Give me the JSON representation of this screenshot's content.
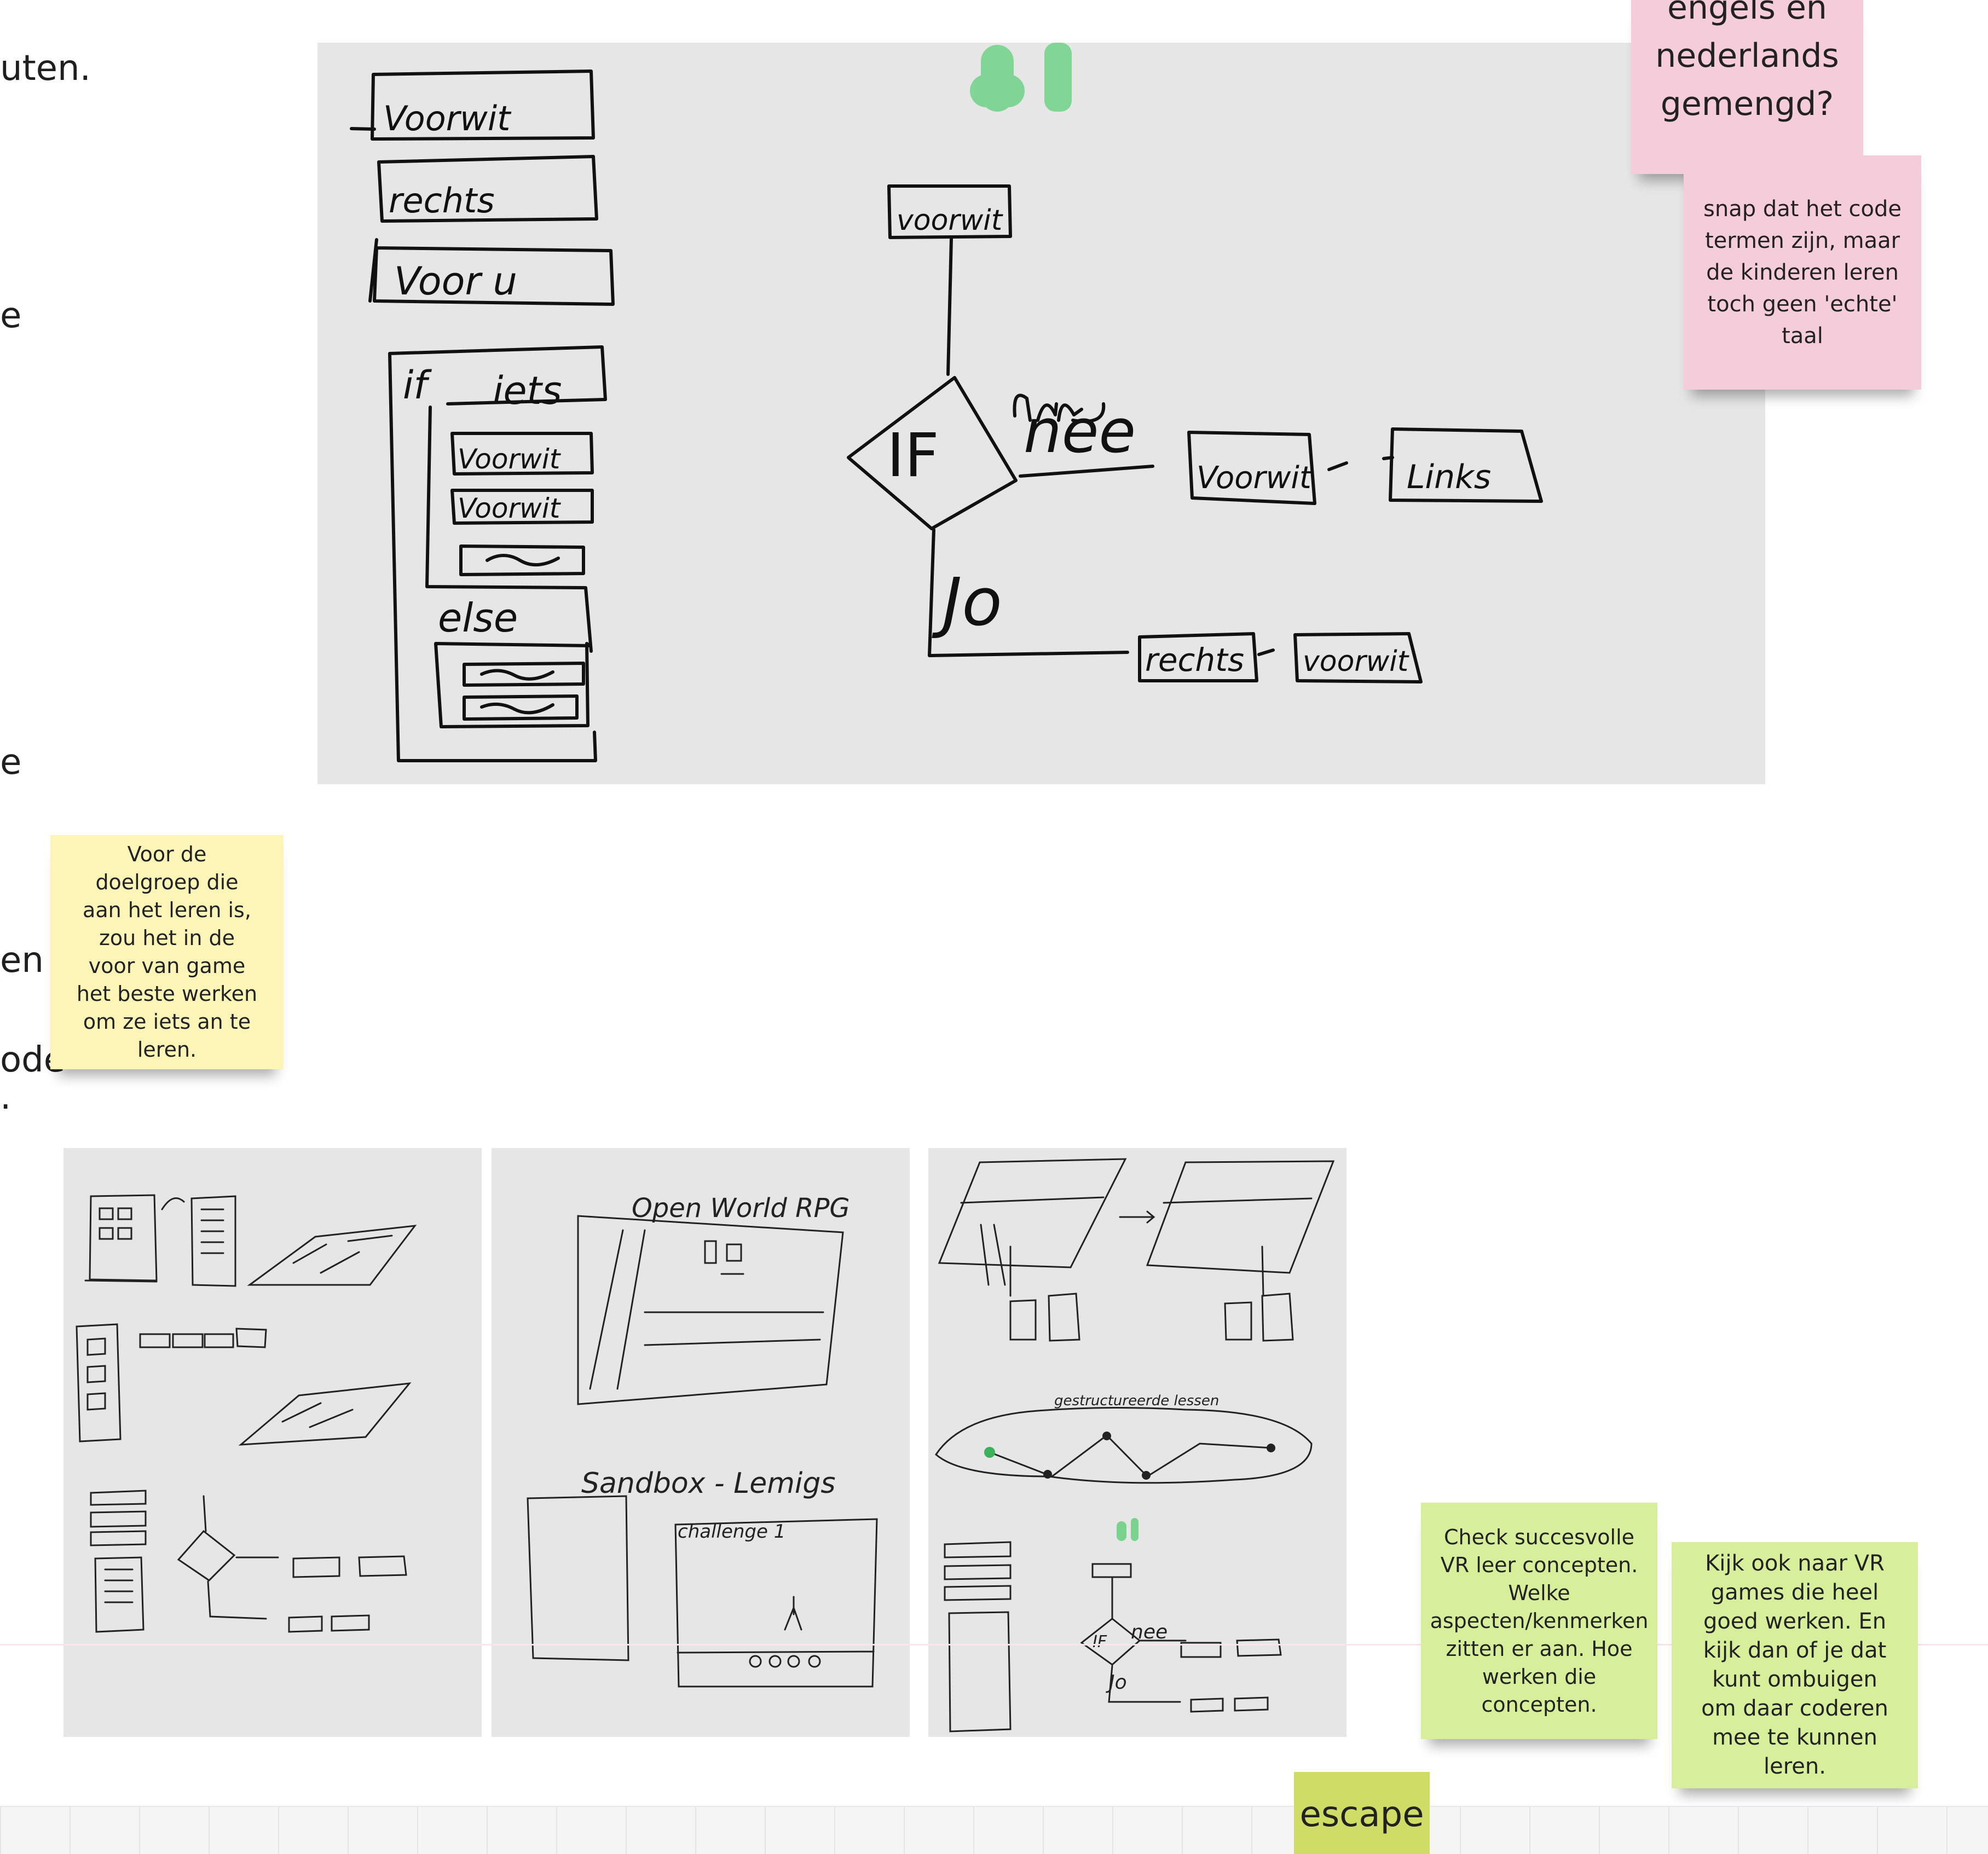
{
  "left_fragments": [
    {
      "text": "uten."
    },
    {
      "text": "e"
    },
    {
      "text": "e"
    },
    {
      "text": "en"
    },
    {
      "text": "ode"
    },
    {
      "text": "."
    }
  ],
  "main_sketch": {
    "blocks": [
      "Voorwit",
      "rechts",
      "Voor u",
      "if",
      "iets",
      "Voorwit",
      "Voorwit",
      "else"
    ],
    "flow": {
      "top": "voorwit",
      "condition": "IF",
      "no_label": "nee",
      "yes_label": "Jo",
      "no_path": [
        "Voorwit",
        "Links"
      ],
      "yes_path": [
        "rechts",
        "voorwit"
      ]
    }
  },
  "sketch2": {
    "title": "Open World RPG",
    "subtitle": "Sandbox - Lemigs",
    "challenge": "challenge 1"
  },
  "sketch3": {
    "caption": "gestructureerde lessen",
    "flow_no": "nee",
    "flow_yes": "Jo",
    "flow_if": "IF"
  },
  "stickies": {
    "pink_top": "engels en nederlands gemengd?",
    "pink_note": "snap dat het code termen zijn, maar de kinderen leren toch geen 'echte' taal",
    "yellow_note": "Voor de doelgroep die aan het leren is, zou het in de voor van game het beste werken om ze iets an te leren.",
    "green_check": "Check  succesvolle VR leer concepten. Welke aspecten/kenmerken zitten er aan. Hoe werken die concepten.",
    "green_vr": "Kijk ook naar VR games die heel goed werken. En kijk dan of je dat kunt ombuigen om daar coderen mee te kunnen leren.",
    "escape": "escape"
  },
  "colors": {
    "canvas": "#ffffff",
    "frame": "#e6e6e6",
    "pink": "#f5ccd9",
    "yellow": "#fdf5b8",
    "lime": "#d7ef9b",
    "olive": "#cfdc66",
    "ink": "#111111",
    "accent_green": "#5fcf7a"
  }
}
